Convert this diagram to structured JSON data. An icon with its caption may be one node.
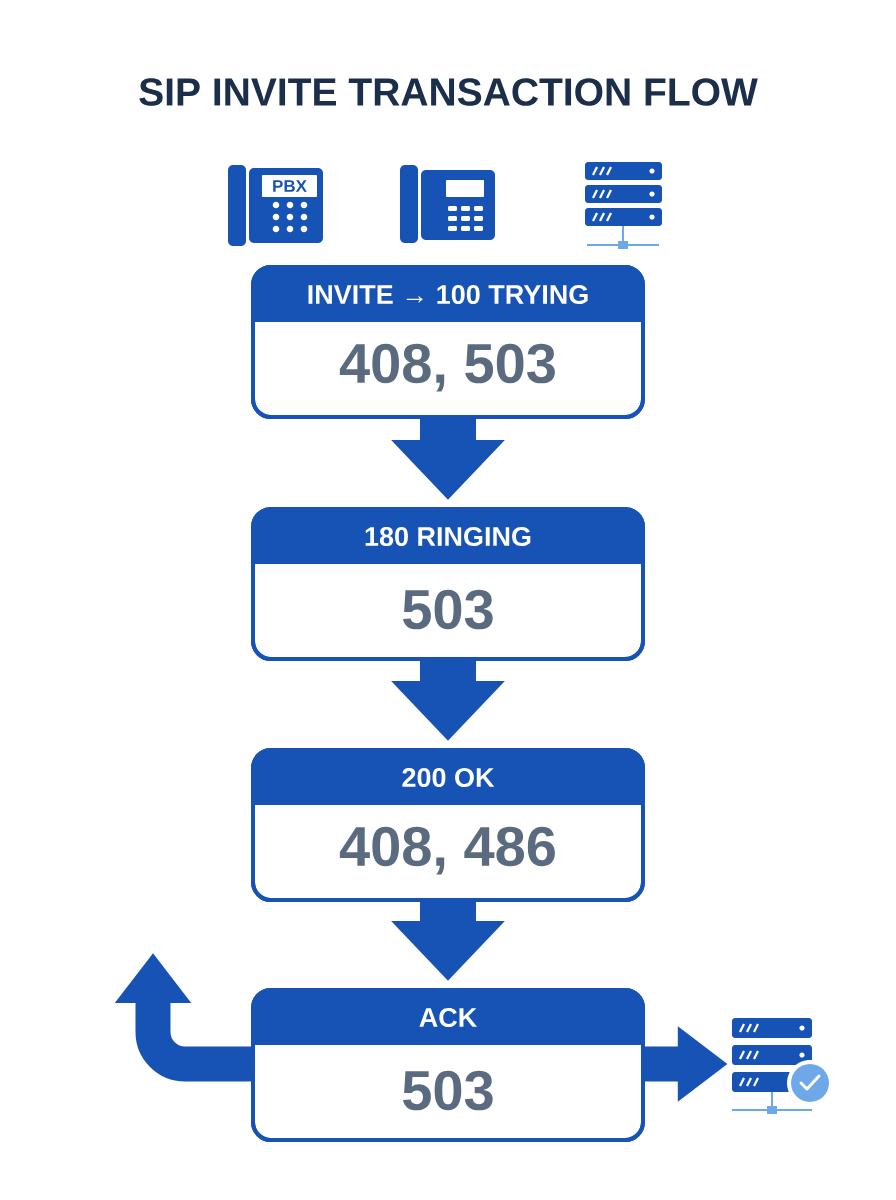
{
  "diagram": {
    "title": "SIP INVITE TRANSACTION FLOW",
    "nodes": [
      {
        "text": [
          "INVITE → 100 TRYING",
          "408, 503"
        ]
      },
      {
        "text": [
          "180 RINGING",
          "503"
        ]
      },
      {
        "text": [
          "200 OK",
          "408, 486"
        ]
      },
      {
        "text": [
          "ACK",
          "503"
        ]
      },
      {
        "text": [],
        "shape": "server"
      }
    ],
    "edges": [
      {
        "from": 0,
        "to": 1,
        "arrow": "to"
      },
      {
        "from": 1,
        "to": 2,
        "arrow": "to"
      },
      {
        "from": 2,
        "to": 3,
        "arrow": "to"
      },
      {
        "from": 3,
        "to": null,
        "arrow": "to"
      },
      {
        "from": 3,
        "to": 4,
        "arrow": "to"
      }
    ],
    "labels": [
      "PBX"
    ]
  }
}
